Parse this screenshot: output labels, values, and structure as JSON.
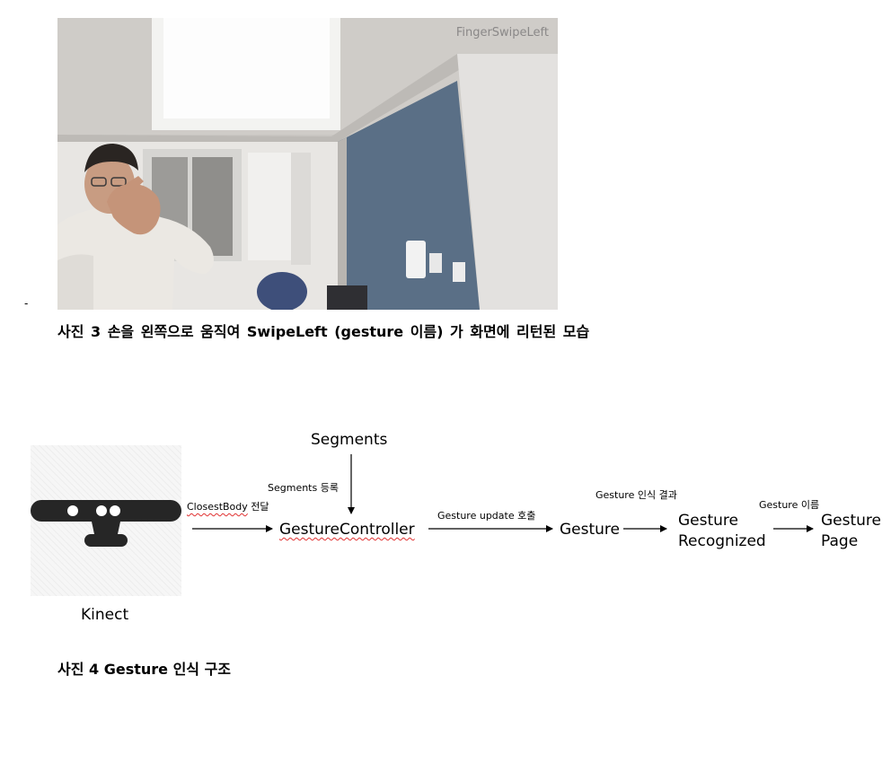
{
  "photo": {
    "overlay_text": "FingerSwipeLeft"
  },
  "stray_mark": "-",
  "caption_photo": "사진 3 손을 왼쪽으로 움직여 SwipeLeft (gesture 이름) 가 화면에 리턴된 모습",
  "diagram": {
    "kinect_label": "Kinect",
    "segments_node": "Segments",
    "segments_register": "Segments 등록",
    "closest_body_word": "ClosestBody",
    "closest_body_suffix": " 전달",
    "gesture_controller": "GestureController",
    "gesture_update_call": "Gesture update 호출",
    "gesture_node": "Gesture",
    "gesture_result": "Gesture 인식 결과",
    "gesture_recognized_line1": "Gesture",
    "gesture_recognized_line2": "Recognized",
    "gesture_name": "Gesture 이름",
    "gesture_page_line1": "Gesture",
    "gesture_page_line2": "Page"
  },
  "caption_diagram": "사진 4 Gesture 인식 구조",
  "colors": {
    "kinect_body": "#262626",
    "spell_underline": "#e03131",
    "overlay_text": "#8a8888"
  },
  "icons": [
    "kinect-sensor-icon"
  ]
}
